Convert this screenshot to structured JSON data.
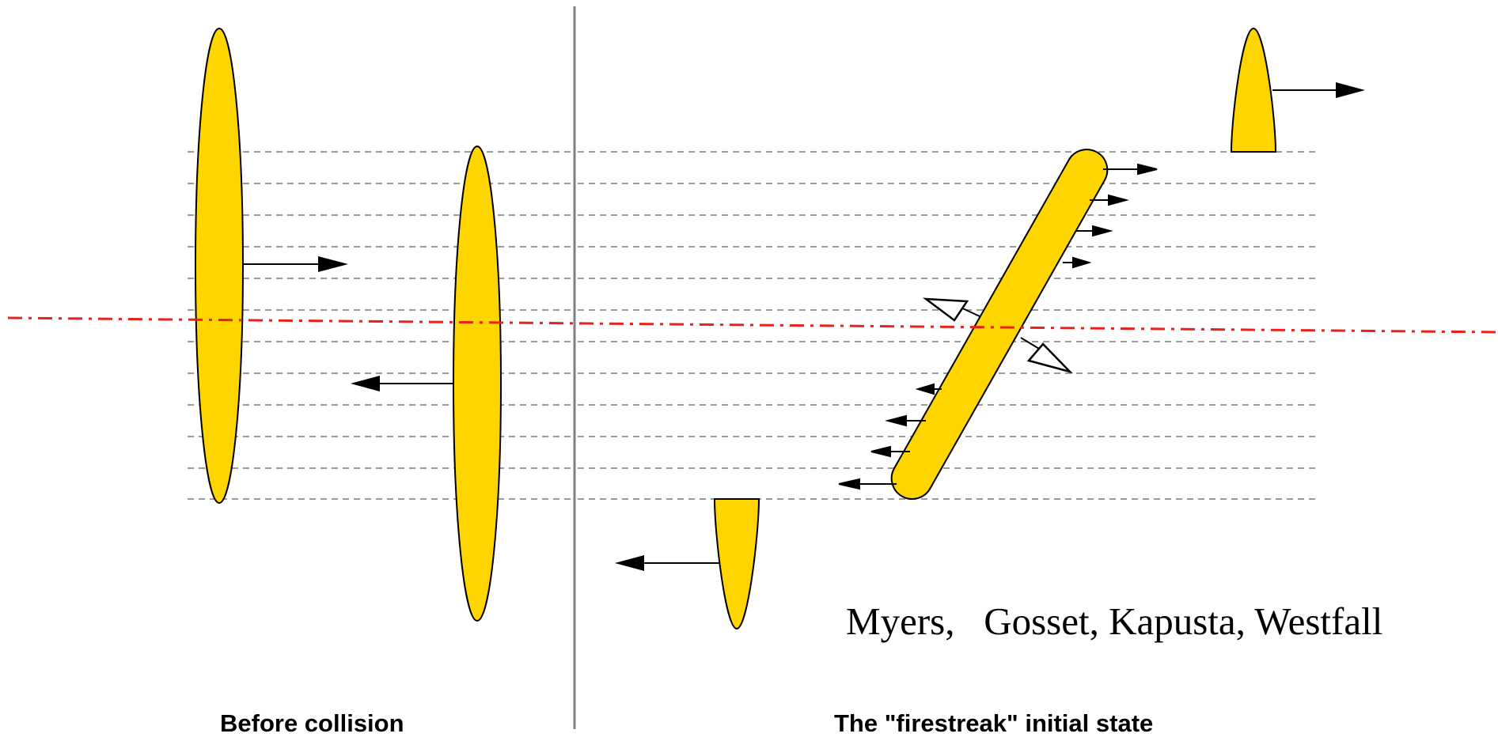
{
  "captions": {
    "before_collision": "Before collision",
    "firestreak_initial_state": "The \"firestreak\" initial state"
  },
  "authors": "Myers,   Gosset, Kapusta, Westfall",
  "colors": {
    "nucleus_fill": "#FFD500",
    "outline": "#000000",
    "dashed_line": "#9a9a9a",
    "reaction_plane_line": "#E8221B",
    "divider": "#808080"
  },
  "elements": {
    "projectile_nucleus": "moving right",
    "target_nucleus": "moving left",
    "spectator_fragments": [
      "projectile spectator moving right",
      "target spectator moving left"
    ],
    "participant_streak": "tilted participant zone with transverse open-head arrows"
  }
}
